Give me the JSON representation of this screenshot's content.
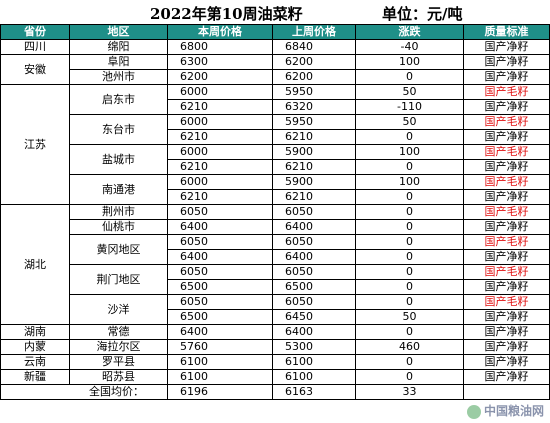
{
  "title": "2022年第10周油菜籽",
  "unit": "单位：元/吨",
  "headers": [
    "省份",
    "地区",
    "本周价格",
    "上周价格",
    "涨跌",
    "质量标准"
  ],
  "provinces": [
    {
      "name": "四川",
      "regions": [
        {
          "name": "绵阳",
          "rows": [
            {
              "this": "6800",
              "last": "6840",
              "chg": "-40",
              "q": "国产净籽",
              "red": false
            }
          ]
        }
      ]
    },
    {
      "name": "安徽",
      "regions": [
        {
          "name": "阜阳",
          "rows": [
            {
              "this": "6300",
              "last": "6200",
              "chg": "100",
              "q": "国产净籽",
              "red": false
            }
          ]
        },
        {
          "name": "池州市",
          "rows": [
            {
              "this": "6200",
              "last": "6200",
              "chg": "0",
              "q": "国产净籽",
              "red": false
            }
          ]
        }
      ]
    },
    {
      "name": "江苏",
      "regions": [
        {
          "name": "启东市",
          "rows": [
            {
              "this": "6000",
              "last": "5950",
              "chg": "50",
              "q": "国产毛籽",
              "red": true
            },
            {
              "this": "6210",
              "last": "6320",
              "chg": "-110",
              "q": "国产净籽",
              "red": false
            }
          ]
        },
        {
          "name": "东台市",
          "rows": [
            {
              "this": "6000",
              "last": "5950",
              "chg": "50",
              "q": "国产毛籽",
              "red": true
            },
            {
              "this": "6210",
              "last": "6210",
              "chg": "0",
              "q": "国产净籽",
              "red": false
            }
          ]
        },
        {
          "name": "盐城市",
          "rows": [
            {
              "this": "6000",
              "last": "5900",
              "chg": "100",
              "q": "国产毛籽",
              "red": true
            },
            {
              "this": "6210",
              "last": "6210",
              "chg": "0",
              "q": "国产净籽",
              "red": false
            }
          ]
        },
        {
          "name": "南通港",
          "rows": [
            {
              "this": "6000",
              "last": "5900",
              "chg": "100",
              "q": "国产毛籽",
              "red": true
            },
            {
              "this": "6210",
              "last": "6210",
              "chg": "0",
              "q": "国产净籽",
              "red": false
            }
          ]
        }
      ]
    },
    {
      "name": "湖北",
      "regions": [
        {
          "name": "荆州市",
          "rows": [
            {
              "this": "6050",
              "last": "6050",
              "chg": "0",
              "q": "国产毛籽",
              "red": true
            }
          ]
        },
        {
          "name": "仙桃市",
          "rows": [
            {
              "this": "6400",
              "last": "6400",
              "chg": "0",
              "q": "国产净籽",
              "red": false
            }
          ]
        },
        {
          "name": "黄冈地区",
          "rows": [
            {
              "this": "6050",
              "last": "6050",
              "chg": "0",
              "q": "国产毛籽",
              "red": true
            },
            {
              "this": "6400",
              "last": "6400",
              "chg": "0",
              "q": "国产净籽",
              "red": false
            }
          ]
        },
        {
          "name": "荆门地区",
          "rows": [
            {
              "this": "6050",
              "last": "6050",
              "chg": "0",
              "q": "国产毛籽",
              "red": true
            },
            {
              "this": "6500",
              "last": "6500",
              "chg": "0",
              "q": "国产净籽",
              "red": false
            }
          ]
        },
        {
          "name": "沙洋",
          "rows": [
            {
              "this": "6050",
              "last": "6050",
              "chg": "0",
              "q": "国产毛籽",
              "red": true
            },
            {
              "this": "6500",
              "last": "6450",
              "chg": "50",
              "q": "国产净籽",
              "red": false
            }
          ]
        }
      ]
    },
    {
      "name": "湖南",
      "regions": [
        {
          "name": "常德",
          "rows": [
            {
              "this": "6400",
              "last": "6400",
              "chg": "0",
              "q": "国产净籽",
              "red": false
            }
          ]
        }
      ]
    },
    {
      "name": "内蒙",
      "regions": [
        {
          "name": "海拉尔区",
          "rows": [
            {
              "this": "5760",
              "last": "5300",
              "chg": "460",
              "q": "国产净籽",
              "red": false
            }
          ]
        }
      ]
    },
    {
      "name": "云南",
      "regions": [
        {
          "name": "罗平县",
          "rows": [
            {
              "this": "6100",
              "last": "6100",
              "chg": "0",
              "q": "国产净籽",
              "red": false
            }
          ]
        }
      ]
    },
    {
      "name": "新疆",
      "regions": [
        {
          "name": "昭苏县",
          "rows": [
            {
              "this": "6100",
              "last": "6100",
              "chg": "0",
              "q": "国产净籽",
              "red": false
            }
          ]
        }
      ]
    }
  ],
  "average": {
    "label": "全国均价：",
    "this": "6196",
    "last": "6163",
    "chg": "33"
  },
  "watermark": "中国粮油网",
  "colors": {
    "header_bg": "#1f8f88",
    "red_text": "#e01010"
  }
}
